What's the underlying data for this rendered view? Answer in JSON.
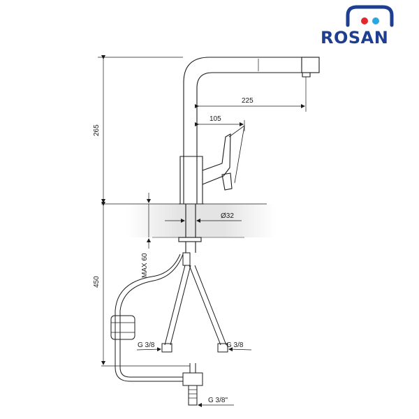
{
  "brand": {
    "name": "ROSAN",
    "logo_color": "#1e3f8f",
    "dot_red": "#e0282e",
    "dot_blue": "#2aa6e0"
  },
  "dimensions": {
    "height_total": "265",
    "spout_reach": "225",
    "handle_offset": "105",
    "hole_diameter": "Ø32",
    "max_thickness": "MAX 60",
    "hose_length": "450",
    "connector_left": "G 3/8",
    "connector_right": "G 3/8",
    "connector_bottom": "G 3/8\""
  },
  "colors": {
    "line": "#1a1a1a",
    "countertop": "#c8c8c8"
  }
}
